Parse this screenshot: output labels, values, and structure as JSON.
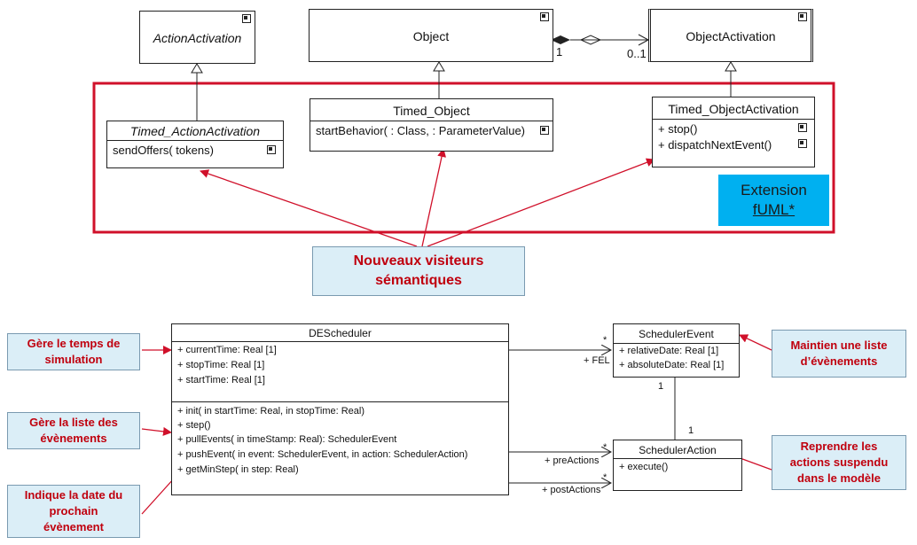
{
  "top_diagram": {
    "action_activation": {
      "name": "ActionActivation"
    },
    "object": {
      "name": "Object"
    },
    "object_activation": {
      "name": "ObjectActivation"
    },
    "assoc_mult_left": "1",
    "assoc_mult_right": "0..1",
    "timed_action_activation": {
      "name": "Timed_ActionActivation",
      "ops": [
        "sendOffers(  tokens)"
      ]
    },
    "timed_object": {
      "name": "Timed_Object",
      "ops": [
        "startBehavior( : Class,  : ParameterValue)"
      ]
    },
    "timed_object_activation": {
      "name": "Timed_ObjectActivation",
      "ops": [
        "+ stop()",
        "+ dispatchNextEvent()"
      ]
    },
    "extension_box": {
      "line1": "Extension",
      "line2": "fUML*"
    },
    "callout": {
      "line1": "Nouveaux visiteurs",
      "line2": "sémantiques"
    }
  },
  "bottom_diagram": {
    "descheduler": {
      "name": "DEScheduler",
      "attributes": [
        "+ currentTime: Real [1]",
        "+ stopTime: Real [1]",
        "+ startTime: Real [1]"
      ],
      "operations": [
        "+ init(  in startTime: Real,   in stopTime: Real)",
        "+ step()",
        "+ pullEvents(  in timeStamp: Real): SchedulerEvent",
        "+ pushEvent(  in event: SchedulerEvent,   in action: SchedulerAction)",
        "+ getMinStep(  in step: Real)"
      ]
    },
    "scheduler_event": {
      "name": "SchedulerEvent",
      "attributes": [
        "+ relativeDate: Real [1]",
        "+ absoluteDate: Real [1]"
      ]
    },
    "scheduler_action": {
      "name": "SchedulerAction",
      "operations": [
        "+ execute()"
      ]
    },
    "assoc_labels": {
      "fel_star": "*",
      "fel": "+ FEL",
      "pre_star": "*",
      "pre": "+ preActions",
      "post_star": "*",
      "post": "+ postActions",
      "ev_act_top": "1",
      "ev_act_bottom": "1"
    },
    "callouts": {
      "time": {
        "line1": "Gère le temps de",
        "line2": "simulation"
      },
      "events": {
        "line1": "Gère la liste des",
        "line2": "évènements"
      },
      "next_date": {
        "line1": "Indique la date du",
        "line2": "prochain",
        "line3": "évènement"
      },
      "list": {
        "line1": "Maintien une liste",
        "line2": "d’évènements"
      },
      "resume": {
        "line1": "Reprendre les",
        "line2": "actions suspendu",
        "line3": "dans le modèle"
      }
    }
  },
  "colors": {
    "accent_red": "#d0102a",
    "callout_fill": "#dbeef7",
    "extension_fill": "#00b0f0"
  }
}
